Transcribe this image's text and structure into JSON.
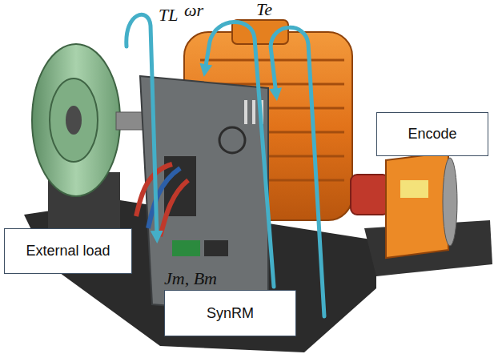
{
  "diagram": {
    "nodes": [
      {
        "text": [
          "Encode"
        ]
      },
      {
        "text": [
          "External load"
        ]
      },
      {
        "text": [
          "SynRM"
        ]
      }
    ],
    "labels": [
      "TL",
      "ωr",
      "Te",
      "Jm, Bm"
    ]
  }
}
